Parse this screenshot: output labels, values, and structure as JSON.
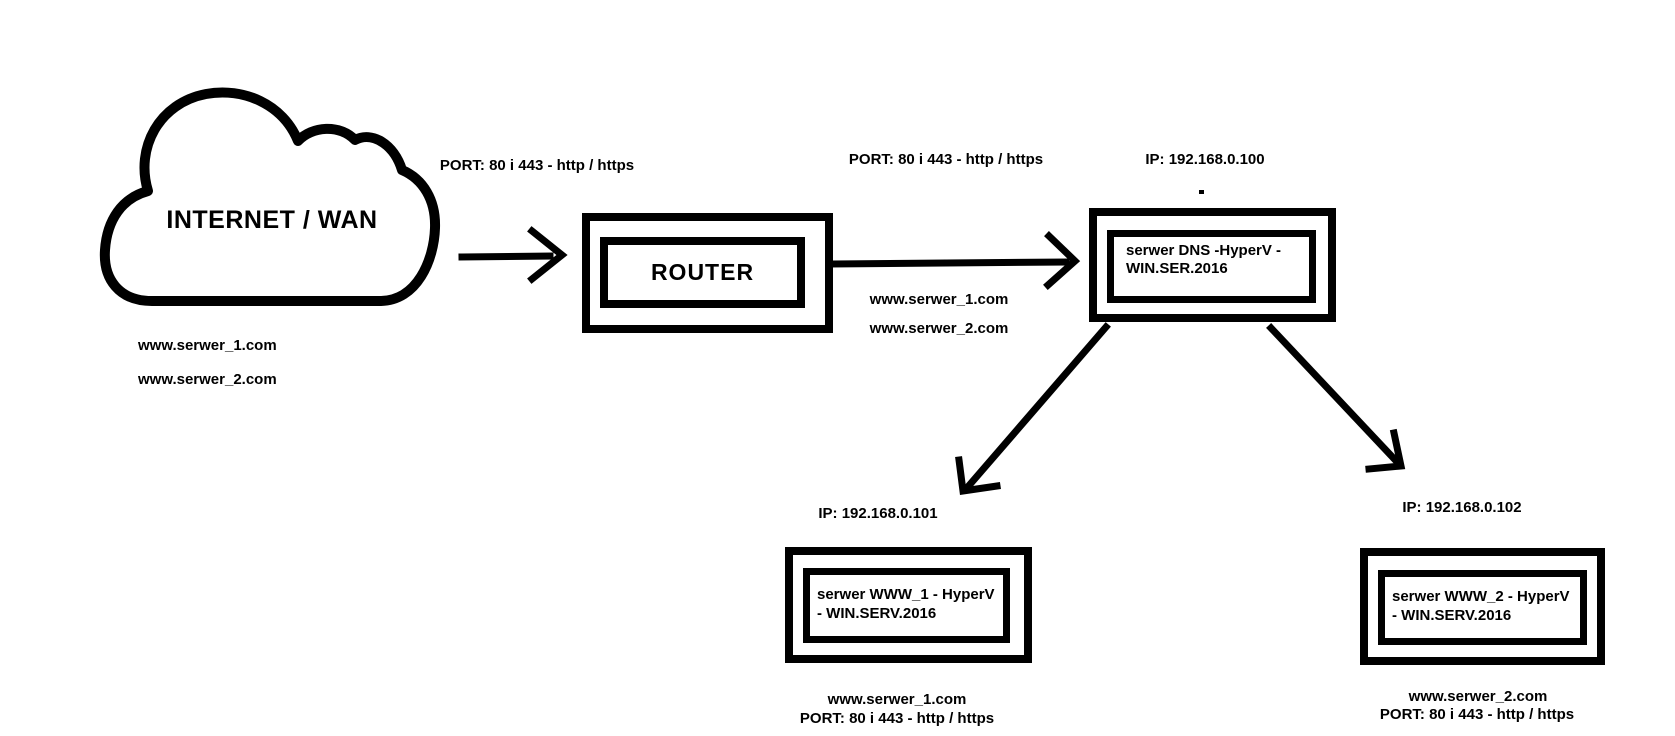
{
  "colors": {
    "ink": "#000000",
    "background": "#ffffff"
  },
  "cloud": {
    "label": "INTERNET / WAN",
    "domains": [
      "www.serwer_1.com",
      "www.serwer_2.com"
    ]
  },
  "wan_link": {
    "port_label": "PORT: 80 i 443 - http / https"
  },
  "router": {
    "label": "ROUTER"
  },
  "router_dns_link": {
    "port_label": "PORT: 80 i 443 - http / https",
    "domains": [
      "www.serwer_1.com",
      "www.serwer_2.com"
    ]
  },
  "dns_server": {
    "ip": "IP: 192.168.0.100",
    "name_line1": "serwer DNS -HyperV -",
    "name_line2": "WIN.SER.2016"
  },
  "www1_server": {
    "ip": "IP: 192.168.0.101",
    "name_line1": "serwer WWW_1 - HyperV",
    "name_line2": "- WIN.SERV.2016",
    "domain": "www.serwer_1.com",
    "port_label": "PORT: 80 i 443 - http / https"
  },
  "www2_server": {
    "ip": "IP: 192.168.0.102",
    "name_line1": "serwer WWW_2 - HyperV",
    "name_line2": "- WIN.SERV.2016",
    "domain": "www.serwer_2.com",
    "port_label": "PORT: 80 i 443 - http / https"
  }
}
